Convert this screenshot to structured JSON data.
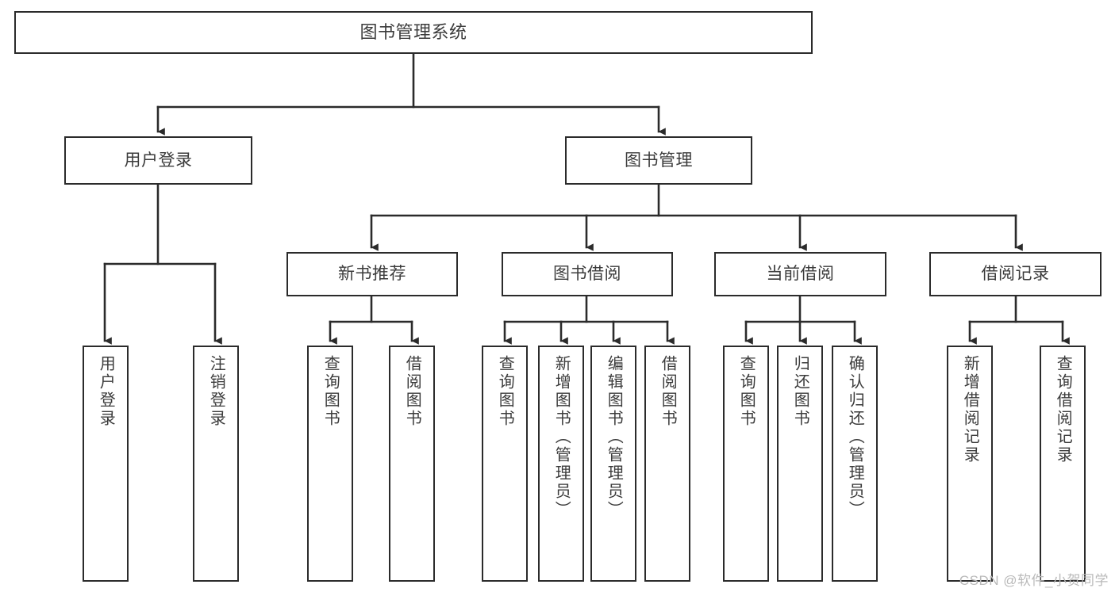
{
  "diagram": {
    "title": "图书管理系统",
    "type": "tree-hierarchy-diagram",
    "colors": {
      "box_border": "#2b2b2b",
      "box_fill": "#ffffff",
      "text": "#3b3b3b",
      "edge": "#2b2b2b",
      "watermark": "#b9b9b9",
      "background": "#ffffff"
    },
    "nodes": {
      "root": {
        "label": "图书管理系统"
      },
      "level2": [
        {
          "id": "user-login",
          "label": "用户登录"
        },
        {
          "id": "book-manage",
          "label": "图书管理"
        }
      ],
      "level3": [
        {
          "id": "new-book-recommend",
          "label": "新书推荐"
        },
        {
          "id": "book-borrow",
          "label": "图书借阅"
        },
        {
          "id": "current-borrow",
          "label": "当前借阅"
        },
        {
          "id": "borrow-record",
          "label": "借阅记录"
        }
      ],
      "leaves": {
        "user_login": [
          {
            "id": "leaf-user-login",
            "label": "用户登录"
          },
          {
            "id": "leaf-logout-login",
            "label": "注销登录"
          }
        ],
        "new_book_recommend": [
          {
            "id": "leaf-query-book-1",
            "label": "查询图书"
          },
          {
            "id": "leaf-borrow-book-1",
            "label": "借阅图书"
          }
        ],
        "book_borrow": [
          {
            "id": "leaf-query-book-2",
            "label": "查询图书"
          },
          {
            "id": "leaf-add-book",
            "label": "新增图书（管理员）"
          },
          {
            "id": "leaf-edit-book",
            "label": "编辑图书（管理员）"
          },
          {
            "id": "leaf-borrow-book-2",
            "label": "借阅图书"
          }
        ],
        "current_borrow": [
          {
            "id": "leaf-query-book-3",
            "label": "查询图书"
          },
          {
            "id": "leaf-return-book",
            "label": "归还图书"
          },
          {
            "id": "leaf-confirm-return",
            "label": "确认归还（管理员）"
          }
        ],
        "borrow_record": [
          {
            "id": "leaf-add-record",
            "label": "新增借阅记录"
          },
          {
            "id": "leaf-query-record",
            "label": "查询借阅记录"
          }
        ]
      }
    },
    "watermark": "CSDN @软件_小贺同学"
  }
}
